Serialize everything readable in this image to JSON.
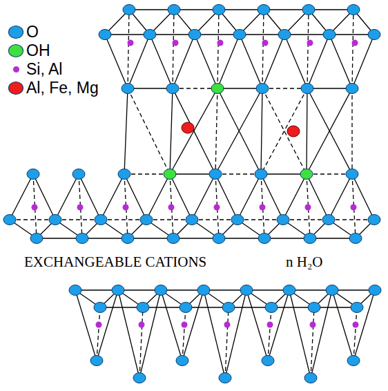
{
  "diagram": {
    "labels": [
      "EXCHANGEABLE CATIONS",
      "n H₂O"
    ],
    "legend": [
      {
        "text": "O",
        "color": "#1e9ee8"
      },
      {
        "text": "OH",
        "color": "#3ee03e"
      },
      {
        "text": "Si, Al",
        "color": "#b82ad6"
      },
      {
        "text": "Al, Fe, Mg",
        "color": "#ee1c1c"
      }
    ]
  }
}
